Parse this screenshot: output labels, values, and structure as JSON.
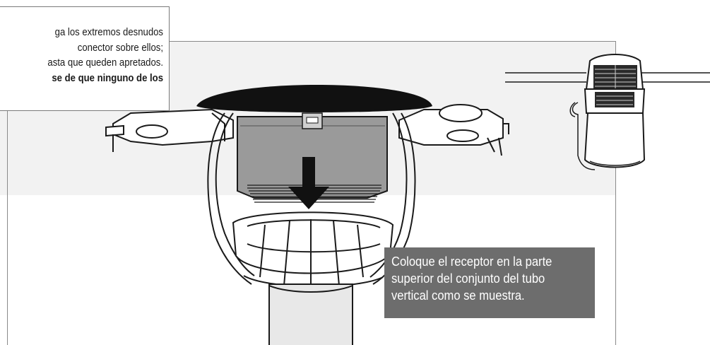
{
  "instructions": {
    "top_callout": {
      "lines": [
        "ga los extremos desnudos",
        "conector sobre ellos;",
        "asta que queden apretados.",
        "se de que ninguno de los"
      ]
    },
    "bottom_callout": {
      "lines": [
        "Coloque el receptor en la parte",
        "superior del conjunto del tubo",
        "vertical como se muestra."
      ]
    }
  },
  "colors": {
    "panel_gray": "#f2f2f2",
    "callout_fill": "#6d6d6d",
    "line_art": "#1a1a1a",
    "receiver_body": "#9a9a9a",
    "arrow": "#111111"
  },
  "icons": {
    "direction_arrow": "arrow-down-icon",
    "receiver_unit": "receiver-icon"
  }
}
